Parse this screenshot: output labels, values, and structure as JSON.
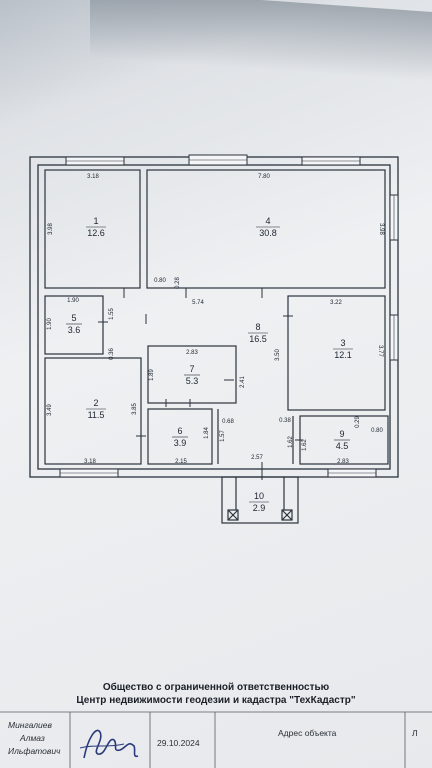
{
  "rooms": [
    {
      "id": "1",
      "number": "1",
      "area": "12.6"
    },
    {
      "id": "2",
      "number": "2",
      "area": "11.5"
    },
    {
      "id": "3",
      "number": "3",
      "area": "12.1"
    },
    {
      "id": "4",
      "number": "4",
      "area": "30.8"
    },
    {
      "id": "5",
      "number": "5",
      "area": "3.6"
    },
    {
      "id": "6",
      "number": "6",
      "area": "3.9"
    },
    {
      "id": "7",
      "number": "7",
      "area": "5.3"
    },
    {
      "id": "8",
      "number": "8",
      "area": "16.5"
    },
    {
      "id": "9",
      "number": "9",
      "area": "4.5"
    },
    {
      "id": "10",
      "number": "10",
      "area": "2.9"
    }
  ],
  "dimensions": {
    "d1_top": "3.18",
    "d1_left": "3.98",
    "d4_top": "7.80",
    "d4_right": "3.98",
    "d4_a": "0.80",
    "d4_b": "0.28",
    "d5_top": "1.90",
    "d5_left": "1.90",
    "d5_right": "1.55",
    "d8_top": "5.74",
    "d8_a": "0.36",
    "d8_b": "3.50",
    "d8_c": "2.41",
    "d8_d": "0.38",
    "d3_top": "3.22",
    "d3_right": "3.77",
    "d7_top": "2.83",
    "d7_left": "1.89",
    "d2_left": "3.49",
    "d2_right": "3.85",
    "d2_bottom": "3.18",
    "d6_bottom": "2.15",
    "d6_right": "1.84",
    "d6_a": "0.68",
    "d6_b": "1.57",
    "d9_a": "0.29",
    "d9_b": "0.80",
    "d9_c": "1.62",
    "d9_d": "1.62",
    "d9_bottom": "2.83",
    "d10_top": "2.57"
  },
  "organization": {
    "line1": "Общество с ограниченной ответственностью",
    "line2": "Центр недвижимости геодезии и кадастра \"ТехКадастр\""
  },
  "footer": {
    "person_line1": "Мингалиев",
    "person_line2": "Алмаз",
    "person_line3": "Ильфатович",
    "date": "29.10.2024",
    "address_label": "Адрес объекта",
    "corner_letter": "Л"
  },
  "colors": {
    "ink": "#1d2530",
    "wall": "#2b333d"
  }
}
